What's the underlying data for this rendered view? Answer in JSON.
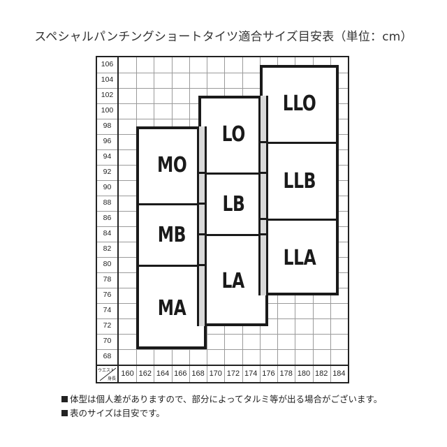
{
  "title": "スペシャルパンチングショートタイツ適合サイズ目安表（単位：cm）",
  "chart_data": {
    "type": "table",
    "title": "スペシャルパンチングショートタイツ適合サイズ目安表（単位：cm）",
    "xlabel": "身長",
    "ylabel": "ウエスト",
    "corner_label_top": "ウエスト",
    "corner_label_bottom": "身長",
    "x_ticks": [
      160,
      162,
      164,
      166,
      168,
      170,
      172,
      174,
      176,
      178,
      180,
      182,
      184
    ],
    "y_ticks": [
      106,
      104,
      102,
      100,
      98,
      96,
      94,
      92,
      90,
      88,
      86,
      84,
      82,
      80,
      78,
      76,
      74,
      72,
      70,
      68
    ],
    "grid": true,
    "size_regions": [
      {
        "name": "MO",
        "height_range": [
          161,
          169
        ],
        "waist_range": [
          88,
          98
        ]
      },
      {
        "name": "MB",
        "height_range": [
          161,
          169
        ],
        "waist_range": [
          80,
          88
        ]
      },
      {
        "name": "MA",
        "height_range": [
          161,
          169
        ],
        "waist_range": [
          69,
          80
        ]
      },
      {
        "name": "LO",
        "height_range": [
          168,
          176
        ],
        "waist_range": [
          92,
          102
        ]
      },
      {
        "name": "LB",
        "height_range": [
          168,
          176
        ],
        "waist_range": [
          84,
          92
        ]
      },
      {
        "name": "LA",
        "height_range": [
          168,
          176
        ],
        "waist_range": [
          72,
          84
        ]
      },
      {
        "name": "LLO",
        "height_range": [
          175,
          184
        ],
        "waist_range": [
          96,
          106
        ]
      },
      {
        "name": "LLB",
        "height_range": [
          175,
          184
        ],
        "waist_range": [
          86,
          96
        ]
      },
      {
        "name": "LLA",
        "height_range": [
          175,
          184
        ],
        "waist_range": [
          76,
          86
        ]
      }
    ],
    "overlap_bands": [
      {
        "between": [
          "M",
          "L"
        ],
        "height": 168
      },
      {
        "between": [
          "L",
          "LL"
        ],
        "height": 175
      }
    ]
  },
  "notes": [
    "体型は個人差がありますので、部分によってタルミ等が出る場合がございます。",
    "表のサイズは目安です。"
  ],
  "colors": {
    "border": "#1a1a1a",
    "grid": "#9a9a9a",
    "overlap": "#d9d9d9"
  }
}
